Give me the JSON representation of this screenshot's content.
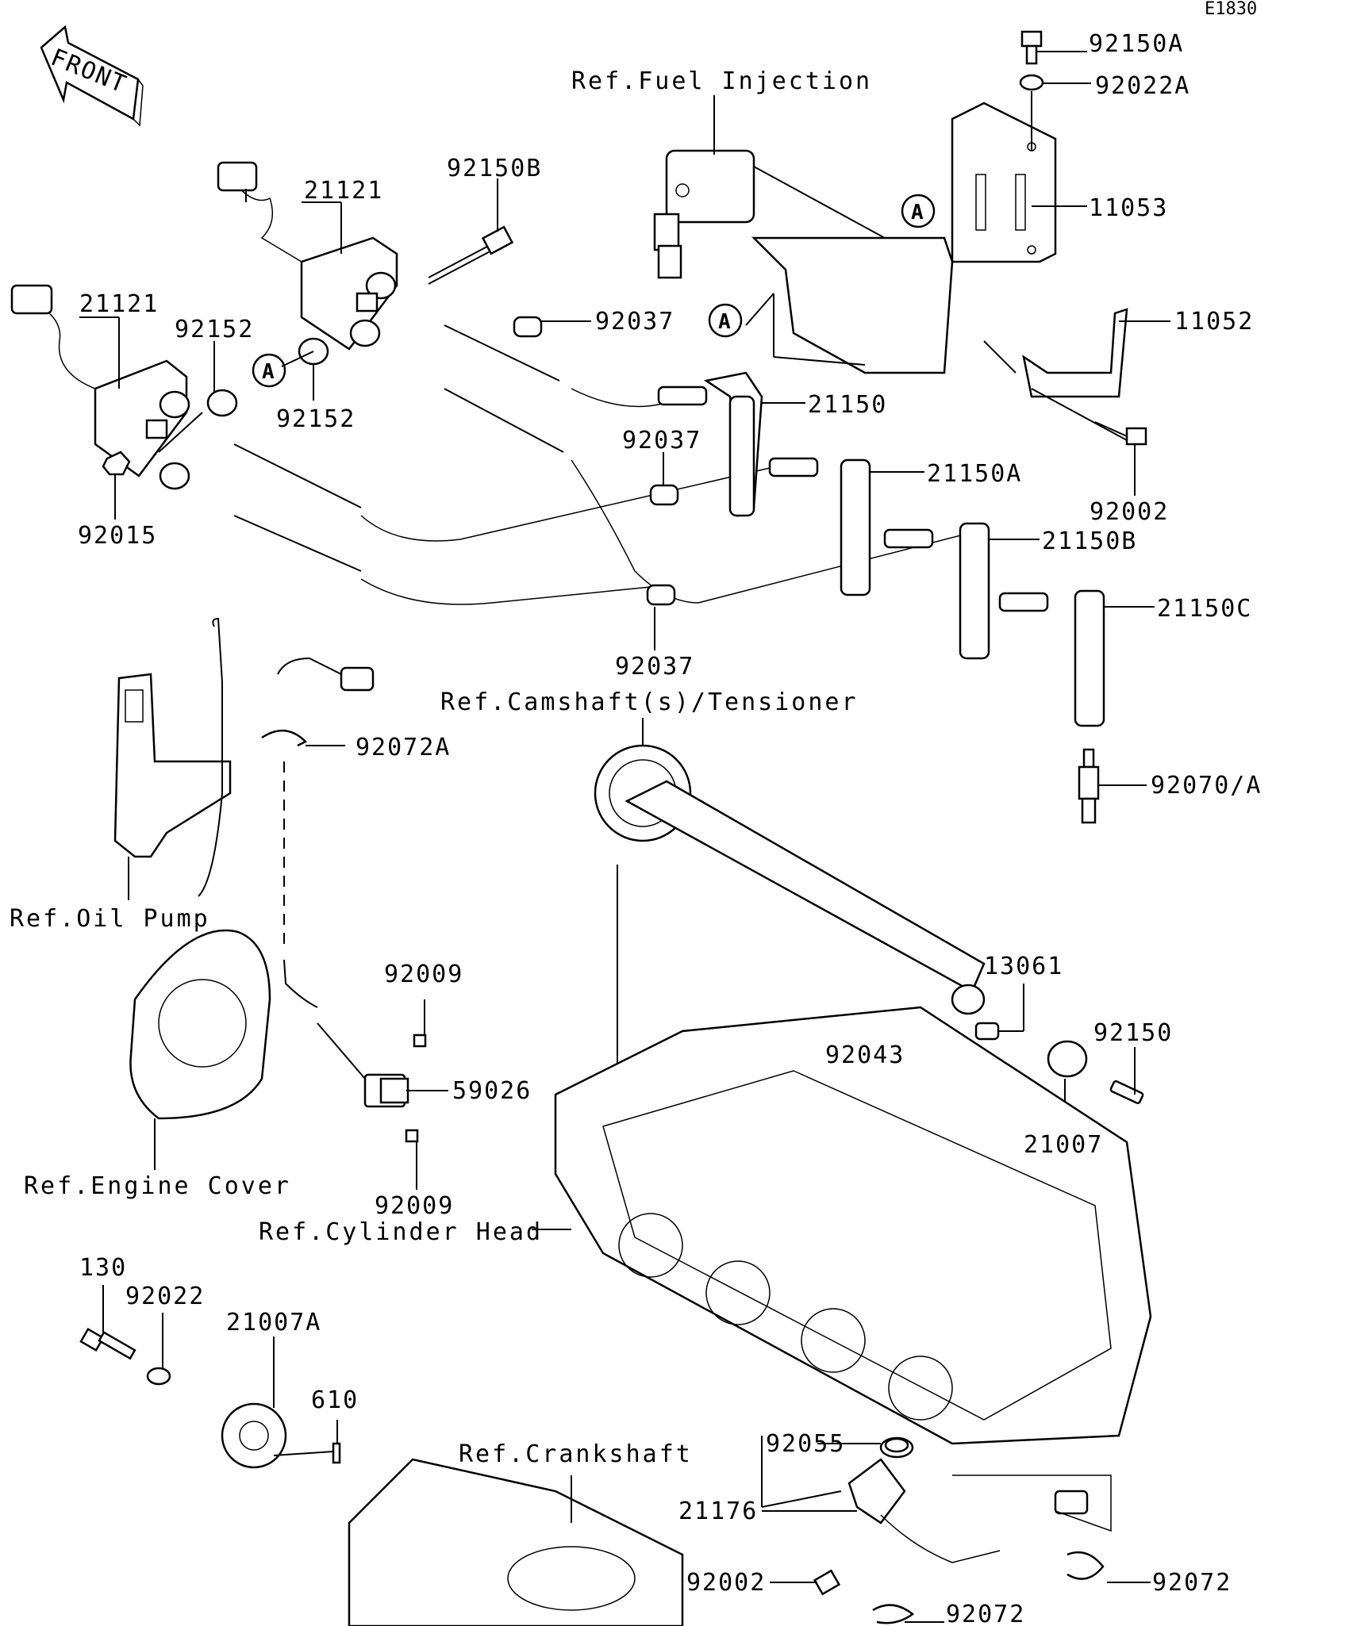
{
  "diagram_code": "E1830",
  "front_label": "FRONT",
  "callout_letter": "A",
  "references": {
    "fuel_injection": "Ref.Fuel Injection",
    "camshaft": "Ref.Camshaft(s)/Tensioner",
    "oil_pump": "Ref.Oil Pump",
    "engine_cover": "Ref.Engine Cover",
    "cylinder_head": "Ref.Cylinder Head",
    "crankshaft": "Ref.Crankshaft"
  },
  "parts": {
    "p92150A": "92150A",
    "p92022A": "92022A",
    "p11053": "11053",
    "p11052": "11052",
    "p92002_top": "92002",
    "p21121_a": "21121",
    "p21121_b": "21121",
    "p92150B": "92150B",
    "p92037_a": "92037",
    "p92037_b": "92037",
    "p92037_c": "92037",
    "p92152_a": "92152",
    "p92152_b": "92152",
    "p92015": "92015",
    "p21150": "21150",
    "p21150A": "21150A",
    "p21150B": "21150B",
    "p21150C": "21150C",
    "p92072A": "92072A",
    "p92070A": "92070/A",
    "p92009_a": "92009",
    "p92009_b": "92009",
    "p59026": "59026",
    "p13061": "13061",
    "p92043": "92043",
    "p92150": "92150",
    "p21007": "21007",
    "p130": "130",
    "p92022": "92022",
    "p21007A": "21007A",
    "p610": "610",
    "p92055": "92055",
    "p21176": "21176",
    "p92002_bottom": "92002",
    "p92072_a": "92072",
    "p92072_b": "92072"
  }
}
